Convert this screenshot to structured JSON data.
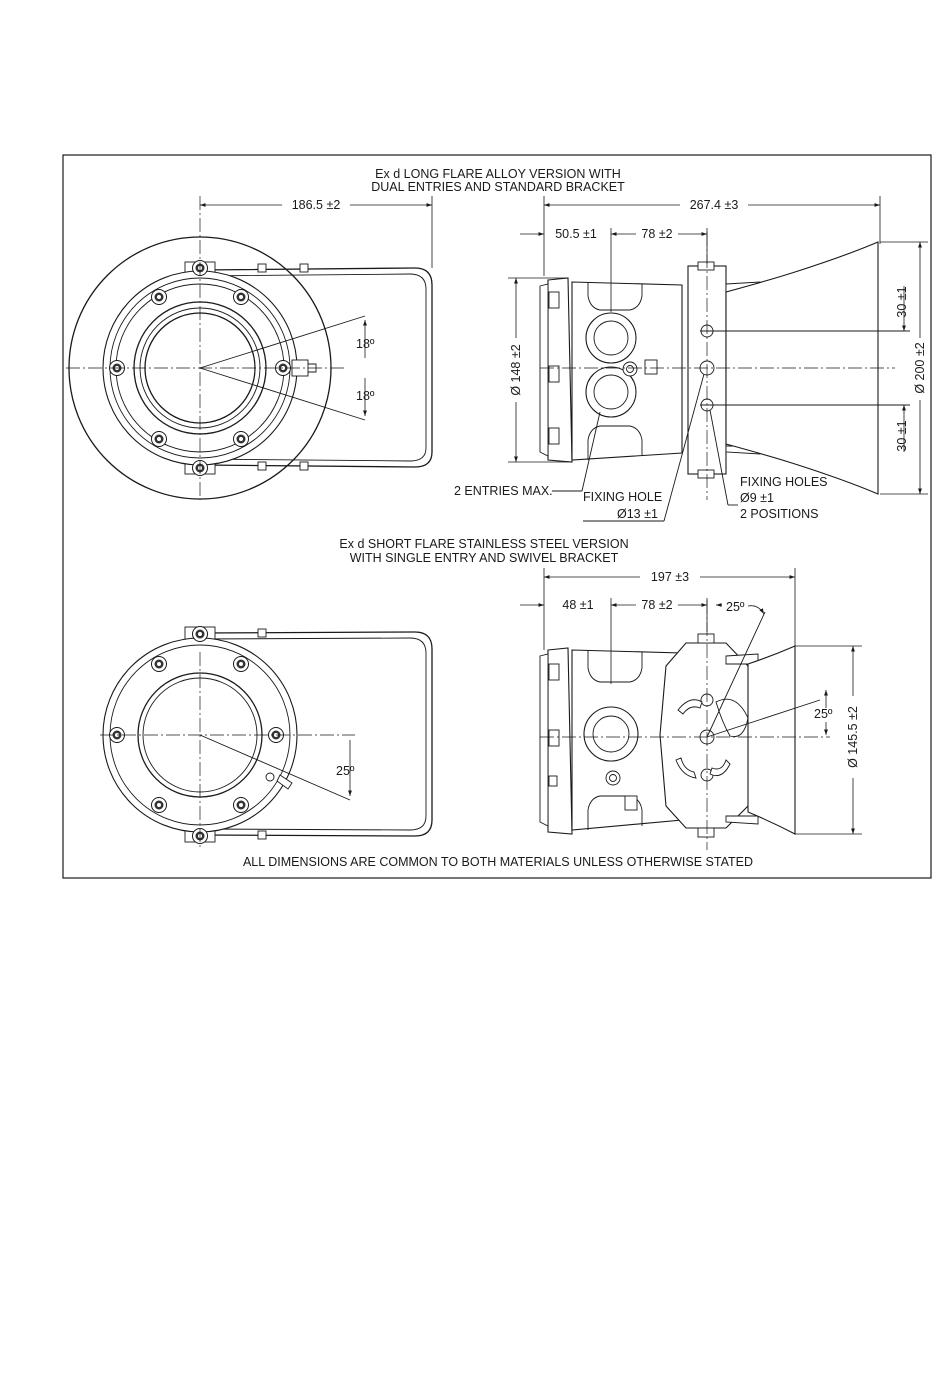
{
  "long_version": {
    "title_line1": "Ex d LONG FLARE ALLOY VERSION WITH",
    "title_line2": "DUAL ENTRIES AND STANDARD BRACKET",
    "dim_width": "186.5 ±2",
    "angle_upper": "18º",
    "angle_lower": "18º",
    "dim_overall_length": "267.4 ±3",
    "dim_entry_offset": "50.5 ±1",
    "dim_entry_spacing": "78 ±2",
    "dim_body_diameter": "Ø 148 ±2",
    "dim_flare_diameter": "Ø 200 ±2",
    "dim_hole_upper": "30 ±1",
    "dim_hole_lower": "30 ±1",
    "entries_label": "2 ENTRIES MAX.",
    "fixing_hole_label": "FIXING HOLE",
    "fixing_hole_size": "Ø13 ±1",
    "fixing_holes_label": "FIXING HOLES",
    "fixing_holes_size": "Ø9 ±1",
    "fixing_holes_positions": "2 POSITIONS"
  },
  "short_version": {
    "title_line1": "Ex d SHORT FLARE STAINLESS STEEL VERSION",
    "title_line2": "WITH SINGLE ENTRY AND SWIVEL BRACKET",
    "dim_overall_length": "197 ±3",
    "dim_entry_offset": "48 ±1",
    "dim_entry_spacing": "78 ±2",
    "angle_bracket": "25º",
    "angle_flare": "25º",
    "angle_front": "25º",
    "dim_flare_diameter": "Ø 145.5 ±2"
  },
  "footer_note": "ALL DIMENSIONS ARE COMMON TO BOTH MATERIALS UNLESS OTHERWISE STATED",
  "colors": {
    "line": "#1a1a1a",
    "shade": "#8c8c8c",
    "background": "#ffffff"
  }
}
